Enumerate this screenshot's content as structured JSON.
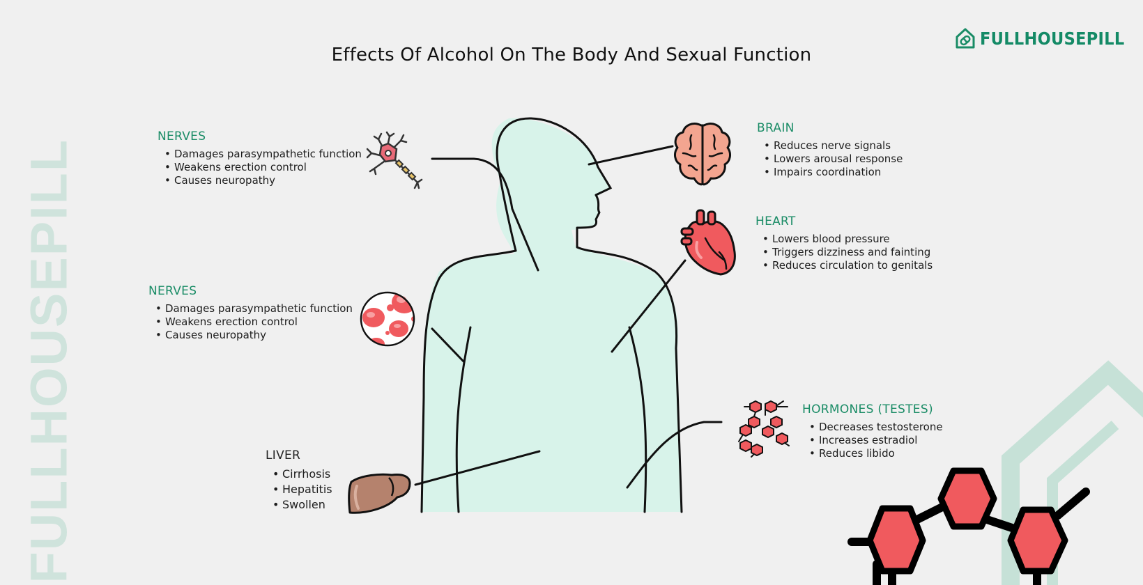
{
  "title": "Effects Of Alcohol On The Body And Sexual Function",
  "brand": {
    "logo_text": "FULLHOUSEPILL",
    "watermark_text": "FULLHOUSEPILL",
    "color_primary": "#1a8c66",
    "color_watermark": "#cfe3dc"
  },
  "colors": {
    "body_fill": "#d8f3ea",
    "outline": "#111111",
    "accent_red": "#f05a5e",
    "brain_fill": "#f3a590",
    "liver_fill": "#b5826d"
  },
  "panels": {
    "nerves_top": {
      "heading": "NERVES",
      "items": [
        "Damages parasympathetic function",
        "Weakens erection control",
        "Causes neuropathy"
      ],
      "icon": "neuron-icon"
    },
    "nerves_mid": {
      "heading": "NERVES",
      "items": [
        "Damages parasympathetic function",
        "Weakens erection control",
        "Causes neuropathy"
      ],
      "icon": "blood-cells-icon"
    },
    "liver": {
      "heading": "LIVER",
      "items": [
        "Cirrhosis",
        "Hepatitis",
        "Swollen"
      ],
      "icon": "liver-icon"
    },
    "brain": {
      "heading": "BRAIN",
      "items": [
        "Reduces nerve signals",
        "Lowers arousal response",
        "Impairs coordination"
      ],
      "icon": "brain-icon"
    },
    "heart": {
      "heading": "HEART",
      "items": [
        "Lowers blood pressure",
        "Triggers dizziness and fainting",
        "Reduces circulation to genitals"
      ],
      "icon": "heart-icon"
    },
    "hormones": {
      "heading": "HORMONES (TESTES)",
      "items": [
        "Decreases testosterone",
        "Increases estradiol",
        "Reduces libido"
      ],
      "icon": "molecule-icon"
    }
  }
}
